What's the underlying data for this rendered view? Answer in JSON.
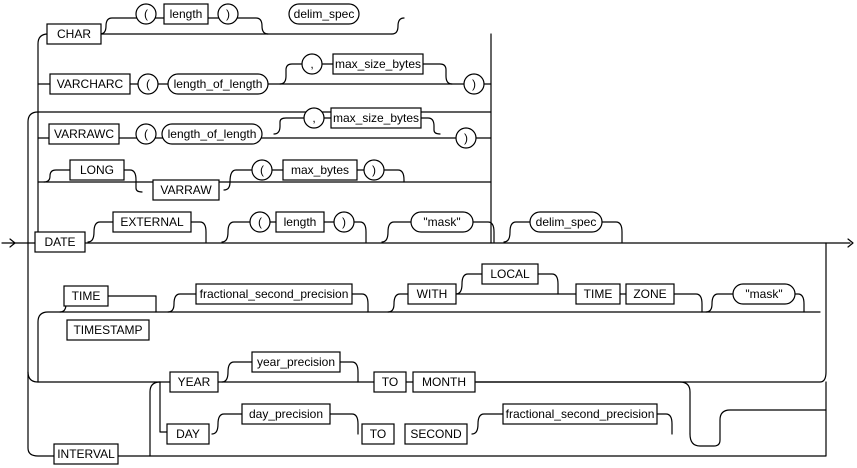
{
  "diagram": {
    "keywords": {
      "char": "CHAR",
      "varcharc": "VARCHARC",
      "varrawc": "VARRAWC",
      "long": "LONG",
      "varraw": "VARRAW",
      "date": "DATE",
      "external": "EXTERNAL",
      "time": "TIME",
      "timestamp": "TIMESTAMP",
      "with": "WITH",
      "local": "LOCAL",
      "time_kw": "TIME",
      "zone": "ZONE",
      "interval": "INTERVAL",
      "year": "YEAR",
      "to_month": "TO",
      "month": "MONTH",
      "day": "DAY",
      "to_second": "TO",
      "second": "SECOND"
    },
    "parameters": {
      "length_char": "length",
      "delim_spec_char": "delim_spec",
      "length_of_length_varcharc": "length_of_length",
      "max_size_bytes_varcharc": "max_size_bytes",
      "length_of_length_varrawc": "length_of_length",
      "max_size_bytes_varrawc": "max_size_bytes",
      "max_bytes": "max_bytes",
      "length_date": "length",
      "fractional_second_precision_ts": "fractional_second_precision",
      "year_precision": "year_precision",
      "day_precision": "day_precision",
      "fractional_second_precision_iv": "fractional_second_precision"
    },
    "literals": {
      "open_paren": "(",
      "close_paren": ")",
      "comma": ",",
      "mask_date": "\"mask\"",
      "delim_spec_date": "delim_spec",
      "mask_ts": "\"mask\""
    }
  }
}
